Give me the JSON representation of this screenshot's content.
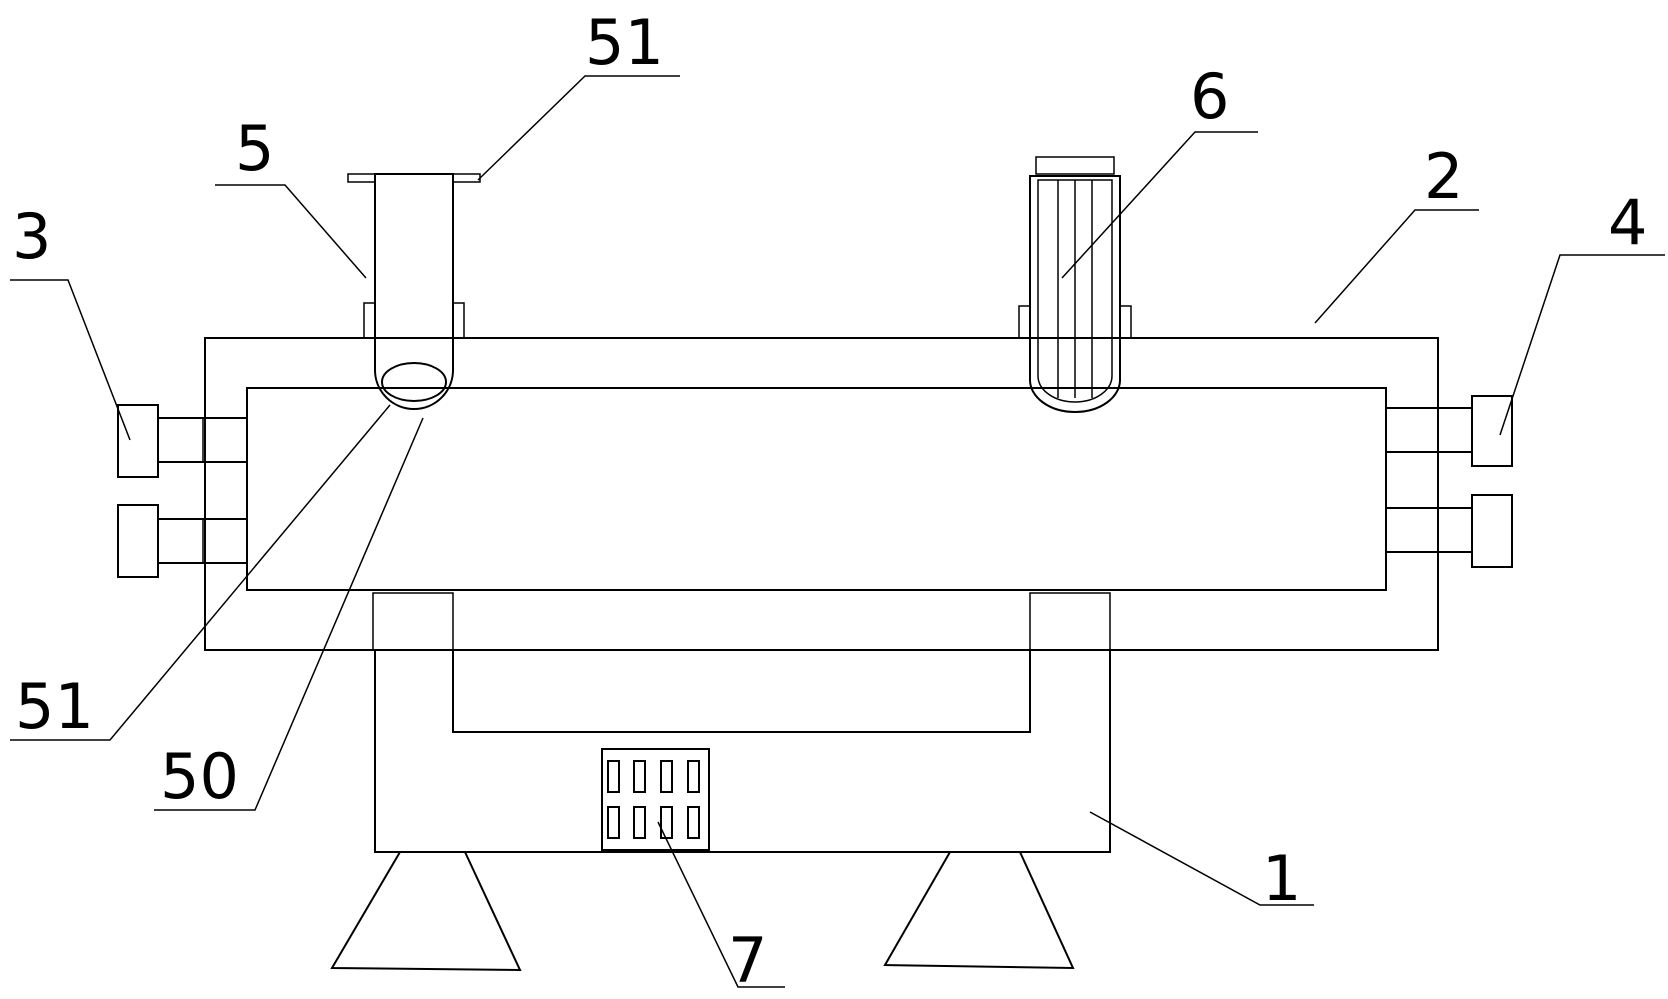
{
  "diagram": {
    "labels": {
      "body": "1",
      "insulation": "2",
      "left_connectors": "3",
      "right_connectors": "4",
      "inlet_pipe": "5",
      "heater": "6",
      "control_panel": "7",
      "pipe_valve": "50",
      "flange_top": "51",
      "flange_bottom": "51"
    }
  },
  "colors": {
    "line": "#000000",
    "background": "#ffffff"
  }
}
